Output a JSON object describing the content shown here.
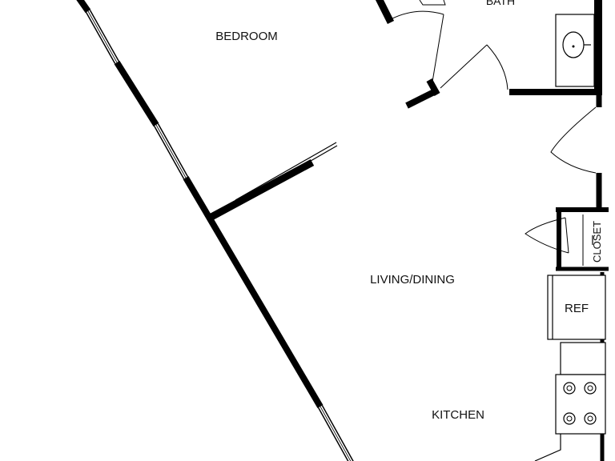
{
  "floor_plan": {
    "rooms": {
      "bedroom": "BEDROOM",
      "bath": "BATH",
      "living_dining": "LIVING/DINING",
      "kitchen": "KITCHEN",
      "closet": "CLOSET",
      "refrigerator": "REF"
    },
    "colors": {
      "wall": "#000000",
      "line": "#222222",
      "background": "#ffffff"
    },
    "fixture_icons": [
      "sink-icon",
      "stove-burner-icon",
      "door-swing-icon",
      "window-icon"
    ]
  }
}
